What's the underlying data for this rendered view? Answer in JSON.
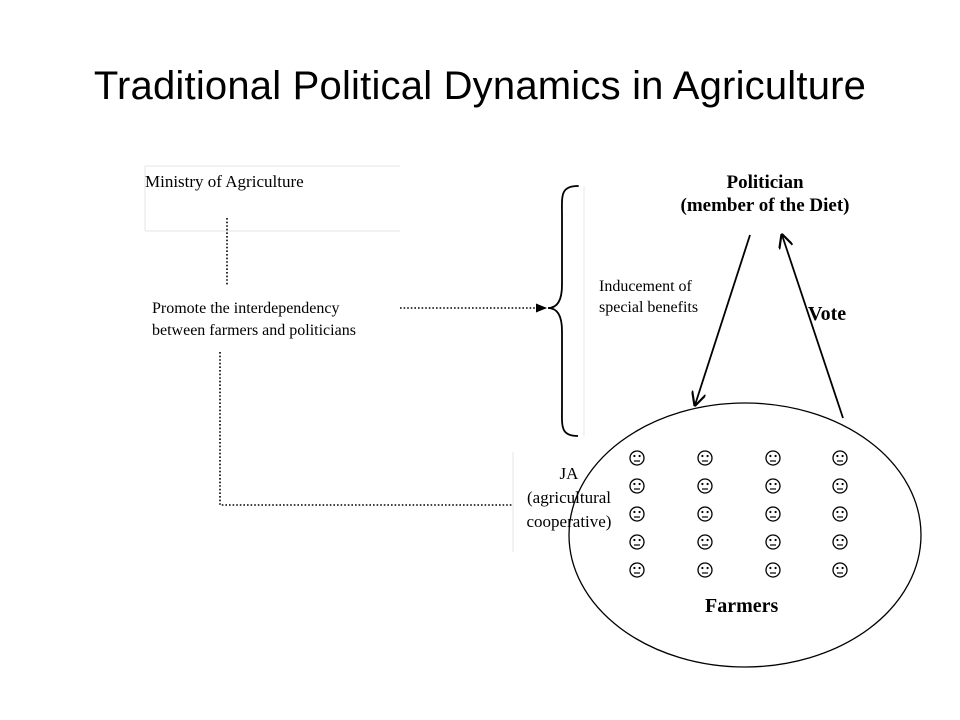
{
  "slide": {
    "title": "Traditional Political Dynamics in Agriculture"
  },
  "diagram": {
    "ministry_label": "Ministry of Agriculture",
    "promote_line1": "Promote the interdependency",
    "promote_line2": "between farmers and politicians",
    "inducement_line1": "Inducement of",
    "inducement_line2": "special benefits",
    "politician_line1": "Politician",
    "politician_line2": "(member of the Diet)",
    "vote_label": "Vote",
    "ja_line1": "JA",
    "ja_line2": "(agricultural",
    "ja_line3": "cooperative)",
    "farmers_label": "Farmers",
    "farmer_grid": {
      "rows": 5,
      "columns": 4,
      "icon": "neutral-face-icon"
    }
  }
}
